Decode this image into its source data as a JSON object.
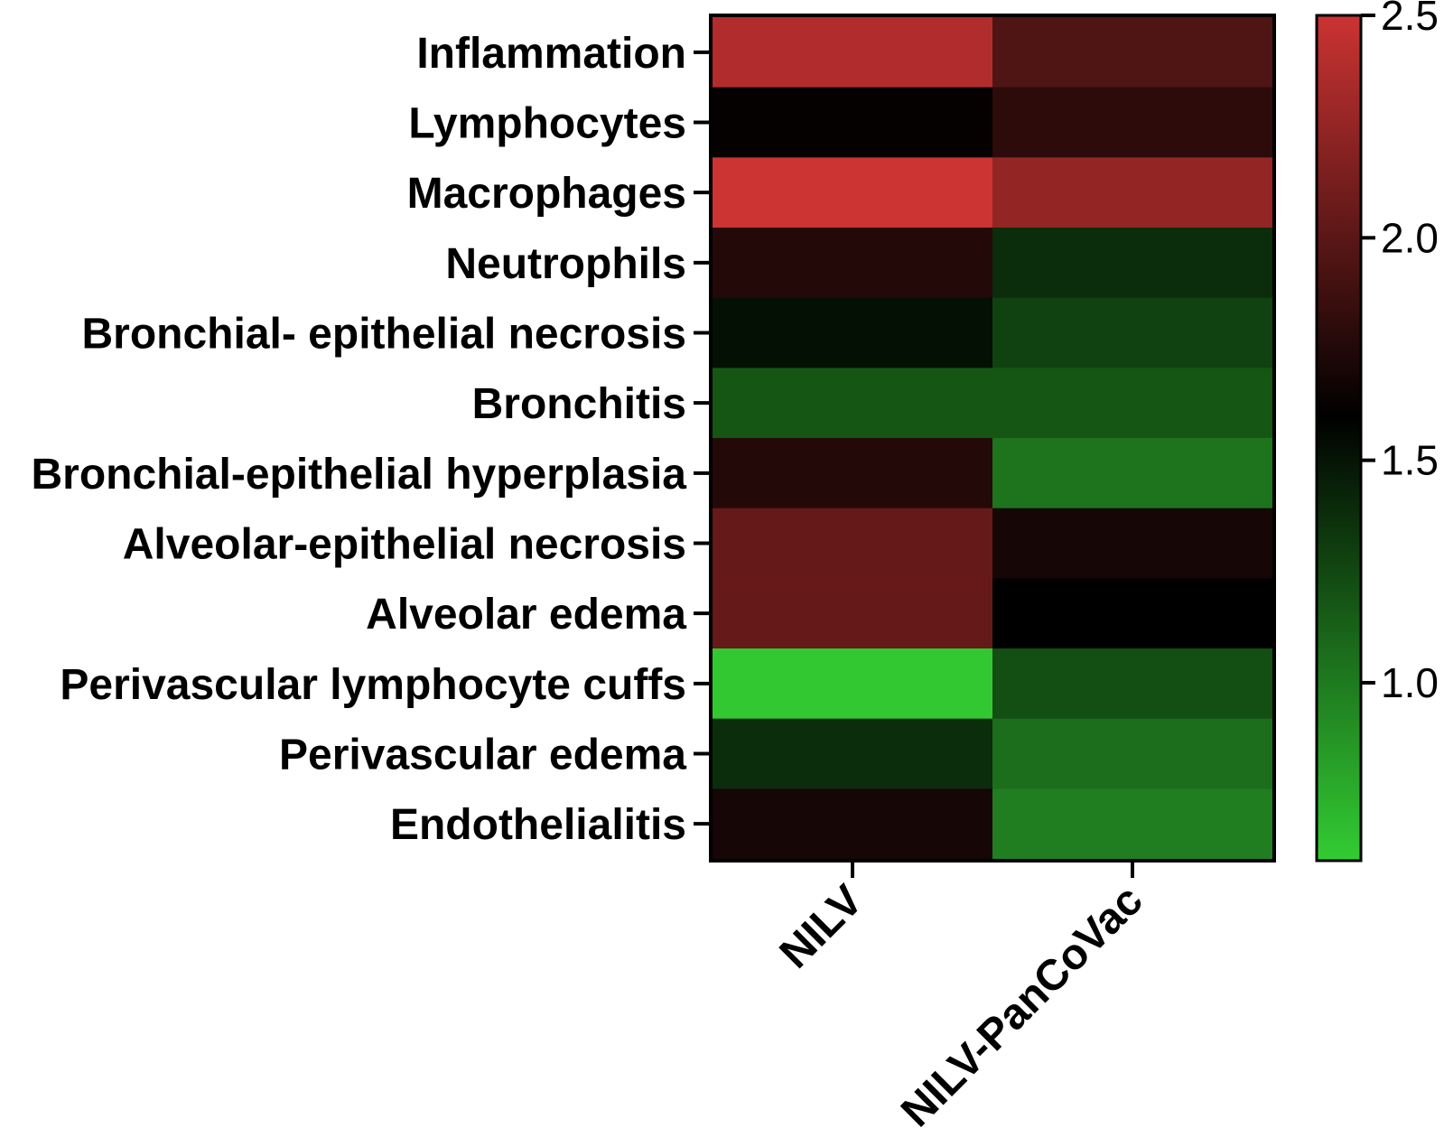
{
  "chart_data": {
    "type": "heatmap",
    "rows": [
      "Inflammation",
      "Lymphocytes",
      "Macrophages",
      "Neutrophils",
      "Bronchial- epithelial necrosis",
      "Bronchitis",
      "Bronchial-epithelial hyperplasia",
      "Alveolar-epithelial necrosis",
      "Alveolar edema",
      "Perivascular lymphocyte cuffs",
      "Perivascular edema",
      "Endothelialitis"
    ],
    "columns": [
      "NILV",
      "NILV-PanCoVac"
    ],
    "values": [
      [
        2.38,
        1.95
      ],
      [
        1.62,
        1.8
      ],
      [
        2.5,
        2.25
      ],
      [
        1.76,
        1.38
      ],
      [
        1.52,
        1.28
      ],
      [
        1.18,
        1.18
      ],
      [
        1.76,
        1.03
      ],
      [
        2.05,
        1.7
      ],
      [
        2.05,
        1.6
      ],
      [
        0.62,
        1.22
      ],
      [
        1.38,
        1.06
      ],
      [
        1.7,
        0.98
      ]
    ],
    "colorbar": {
      "min": 0.6,
      "max": 2.5,
      "ticks": [
        "2.5",
        "2.0",
        "1.5",
        "1.0"
      ],
      "tick_values": [
        2.5,
        2.0,
        1.5,
        1.0
      ],
      "colors": {
        "low": "#33cc33",
        "mid": "#000000",
        "high": "#cc3333"
      },
      "mid_value": 1.6
    },
    "title": "",
    "xlabel": "",
    "ylabel": ""
  }
}
